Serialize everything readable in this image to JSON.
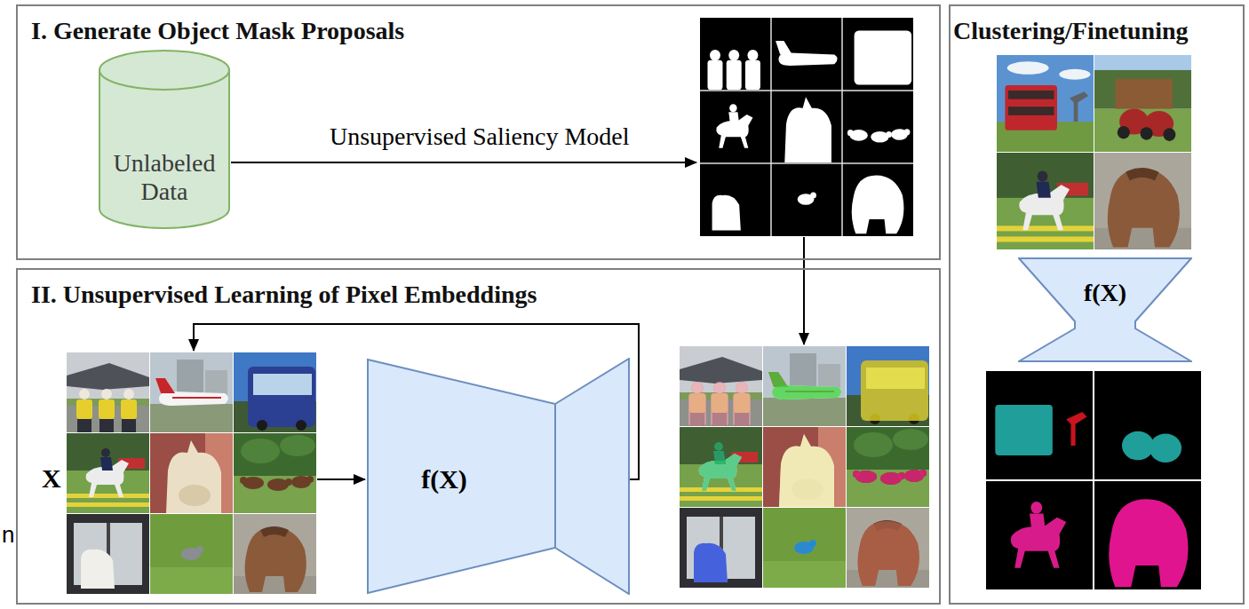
{
  "diagram": {
    "nodes": [
      {
        "text": [
          "I. Generate Object Mask Proposals"
        ]
      },
      {
        "text": [
          "Unlabeled Data"
        ],
        "in": 0
      },
      {
        "text": [
          "II. Unsupervised Learning of Pixel Embeddings"
        ]
      },
      {
        "text": [
          "f(X)"
        ],
        "in": 2
      },
      {
        "text": [
          "Clustering/Finetuning"
        ]
      },
      {
        "text": [
          "f(X)"
        ],
        "in": 4
      }
    ],
    "labels": [
      "Unsupervised Saliency Model",
      "X",
      "n"
    ]
  }
}
